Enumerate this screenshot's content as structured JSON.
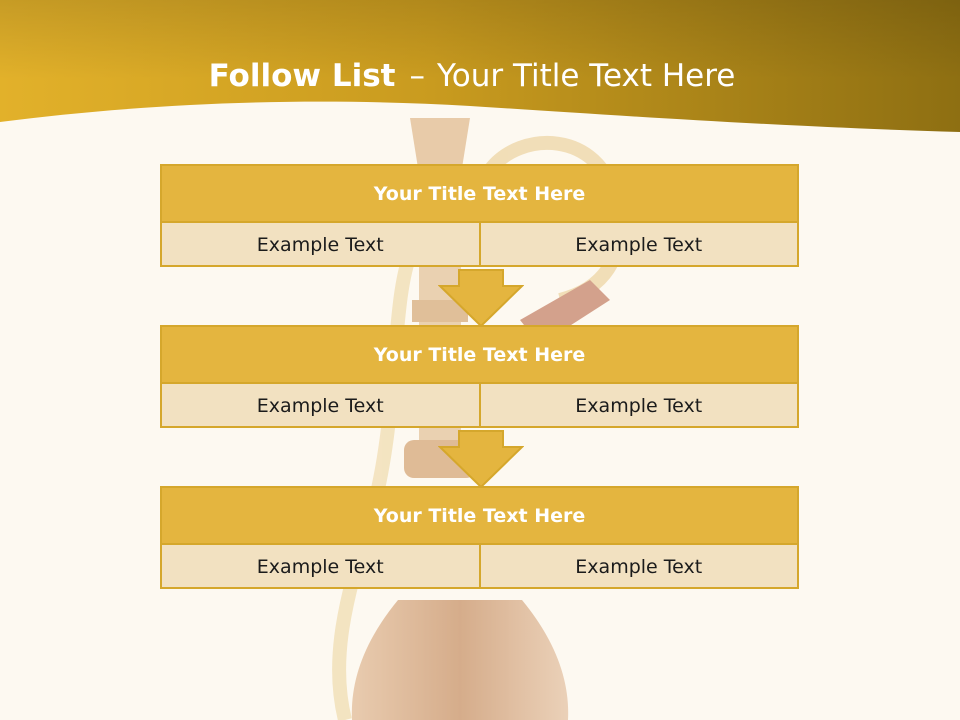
{
  "slide": {
    "title_bold": "Follow List",
    "title_separator": "–",
    "title_rest": "Your Title Text Here"
  },
  "colors": {
    "banner_light": "#e2b12a",
    "banner_dark": "#8e6f12",
    "box_header": "#e4b53f",
    "box_cell": "#f2e1c1",
    "box_border": "#d5a72c",
    "background": "#fdf9f1"
  },
  "background_image": "hookah",
  "steps": [
    {
      "title": "Your Title Text Here",
      "left_text": "Example Text",
      "right_text": "Example Text"
    },
    {
      "title": "Your Title Text Here",
      "left_text": "Example Text",
      "right_text": "Example Text"
    },
    {
      "title": "Your Title Text Here",
      "left_text": "Example Text",
      "right_text": "Example Text"
    }
  ]
}
